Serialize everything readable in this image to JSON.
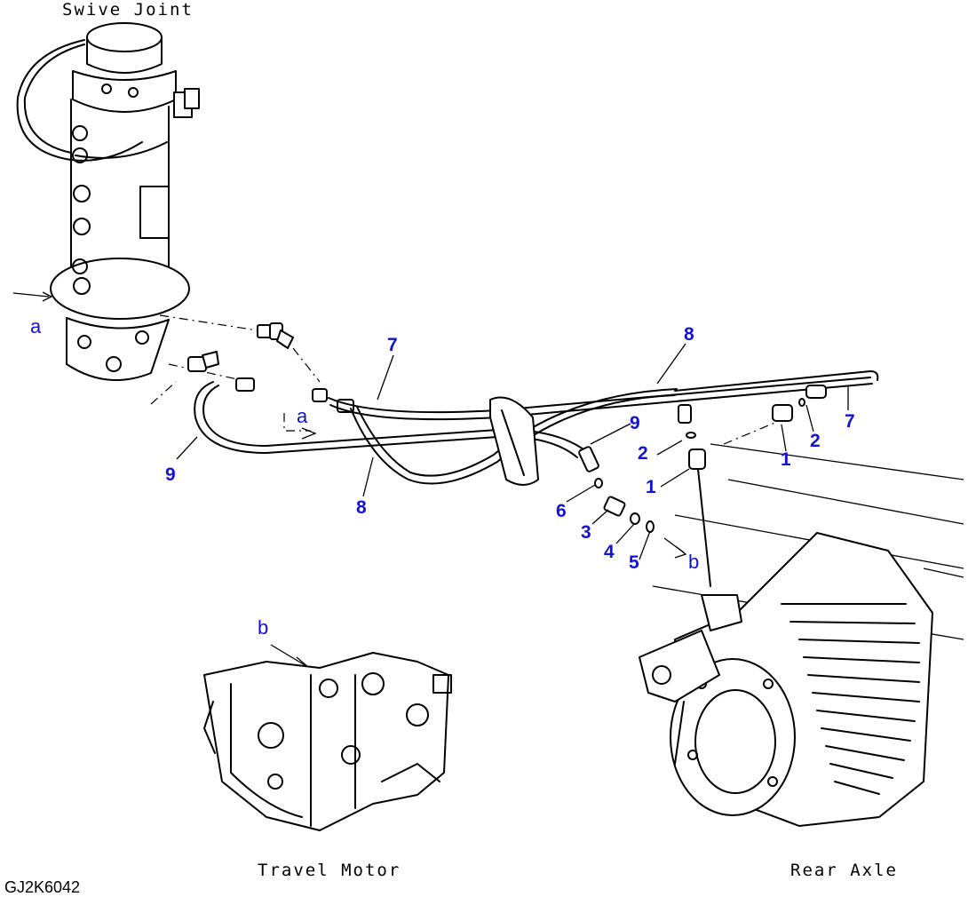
{
  "captions": {
    "swivel_joint": "Swive Joint",
    "travel_motor": "Travel Motor",
    "rear_axle": "Rear Axle",
    "drawing_code": "GJ2K6042"
  },
  "callouts": {
    "a_left": "a",
    "a_mid": "a",
    "b_right": "b",
    "b_motor": "b",
    "n7_top": "7",
    "n8_top": "8",
    "n9_right": "9",
    "n9_left": "9",
    "n8_bottom": "8",
    "n2_mid": "2",
    "n1_mid": "1",
    "n1_right": "1",
    "n2_right": "2",
    "n7_right": "7",
    "n6": "6",
    "n3": "3",
    "n4": "4",
    "n5": "5"
  },
  "colors": {
    "callout": "#1212d6",
    "ink": "#000000",
    "background": "#ffffff"
  }
}
